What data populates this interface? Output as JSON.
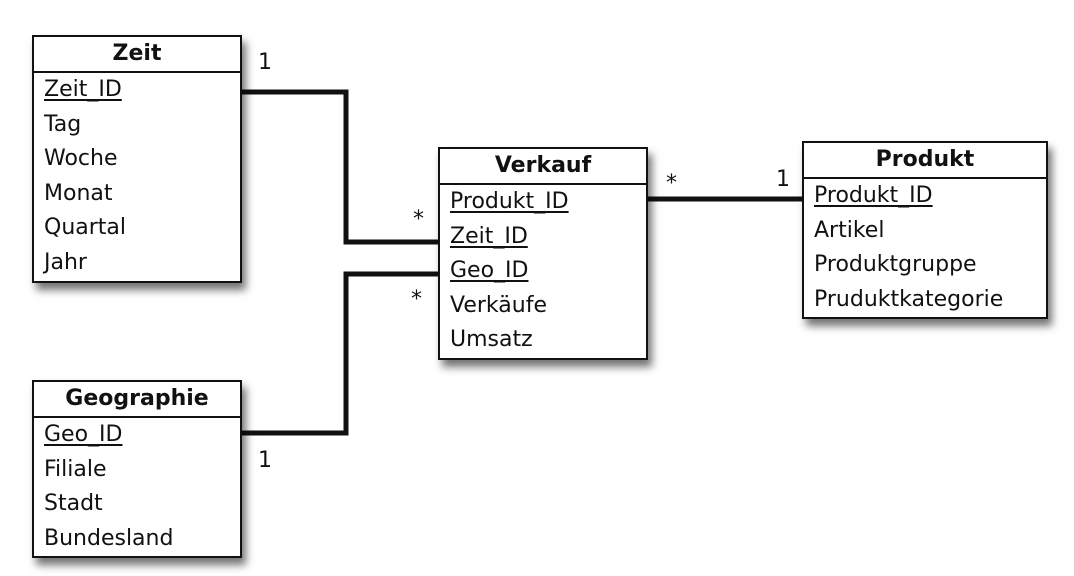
{
  "diagram": {
    "entities": [
      {
        "id": "zeit",
        "name": "Zeit",
        "fields": [
          {
            "label": "Zeit_ID",
            "key": true
          },
          {
            "label": "Tag"
          },
          {
            "label": "Woche"
          },
          {
            "label": "Monat"
          },
          {
            "label": "Quartal"
          },
          {
            "label": "Jahr"
          }
        ]
      },
      {
        "id": "verkauf",
        "name": "Verkauf",
        "fields": [
          {
            "label": "Produkt_ID",
            "key": true
          },
          {
            "label": "Zeit_ID",
            "key": true
          },
          {
            "label": "Geo_ID",
            "key": true
          },
          {
            "label": "Verkäufe"
          },
          {
            "label": "Umsatz"
          }
        ]
      },
      {
        "id": "produkt",
        "name": "Produkt",
        "fields": [
          {
            "label": "Produkt_ID",
            "key": true
          },
          {
            "label": "Artikel"
          },
          {
            "label": "Produktgruppe"
          },
          {
            "label": "Pruduktkategorie"
          }
        ]
      },
      {
        "id": "geo",
        "name": "Geographie",
        "fields": [
          {
            "label": "Geo_ID",
            "key": true
          },
          {
            "label": "Filiale"
          },
          {
            "label": "Stadt"
          },
          {
            "label": "Bundesland"
          }
        ]
      }
    ],
    "relationships": [
      {
        "from": "zeit",
        "to": "verkauf",
        "from_card": "1",
        "to_card": "*"
      },
      {
        "from": "geo",
        "to": "verkauf",
        "from_card": "1",
        "to_card": "*"
      },
      {
        "from": "produkt",
        "to": "verkauf",
        "from_card": "1",
        "to_card": "*"
      }
    ]
  }
}
